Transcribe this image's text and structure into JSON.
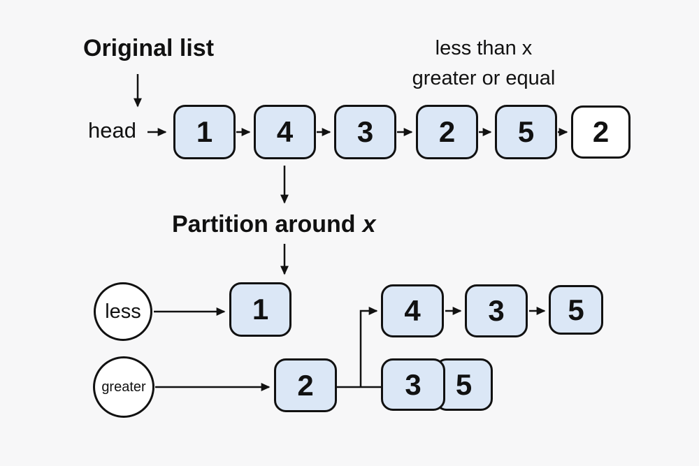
{
  "colors": {
    "background": "#f7f7f8",
    "node_fill": "#dbe7f6",
    "empty_node_fill": "#ffffff",
    "stroke": "#111111",
    "text": "#111111"
  },
  "title": "Original list",
  "legend": {
    "line1": "less than x",
    "line2": "greater or equal"
  },
  "partition_label": {
    "text": "Partition around",
    "variable": "x"
  },
  "original_list": {
    "head_label": "head",
    "nodes": [
      "1",
      "4",
      "3",
      "2",
      "5",
      "2"
    ]
  },
  "partitioned": {
    "less_pointer_label": "less",
    "greater_pointer_label": "greater",
    "less_nodes": [
      "1"
    ],
    "greater_head_node": "2",
    "greater_chain_nodes": [
      "4",
      "3",
      "5"
    ],
    "greater_tail_pair": [
      "3",
      "5"
    ]
  }
}
